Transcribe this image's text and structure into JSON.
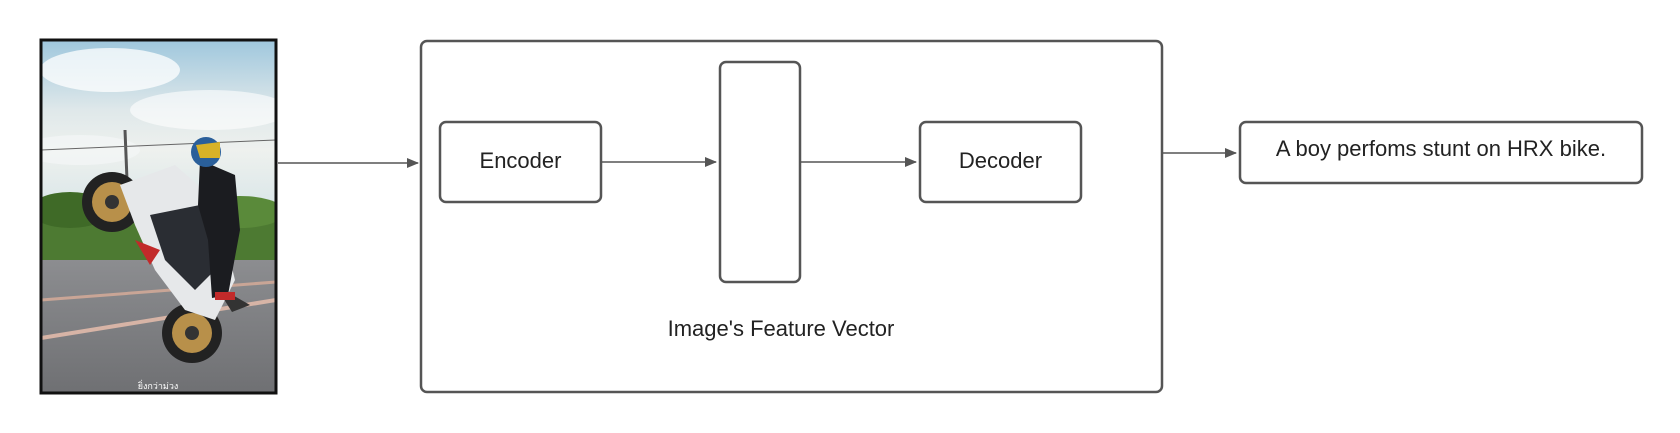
{
  "diagram": {
    "encoder_label": "Encoder",
    "decoder_label": "Decoder",
    "feature_vector_label": "Image's Feature Vector",
    "output_caption": "A boy perfoms stunt on HRX bike.",
    "photo_watermark": "ยิ่งกว่าม่วง",
    "colors": {
      "stroke": "#555555",
      "text": "#222222",
      "photo_frame": "#111111"
    }
  }
}
